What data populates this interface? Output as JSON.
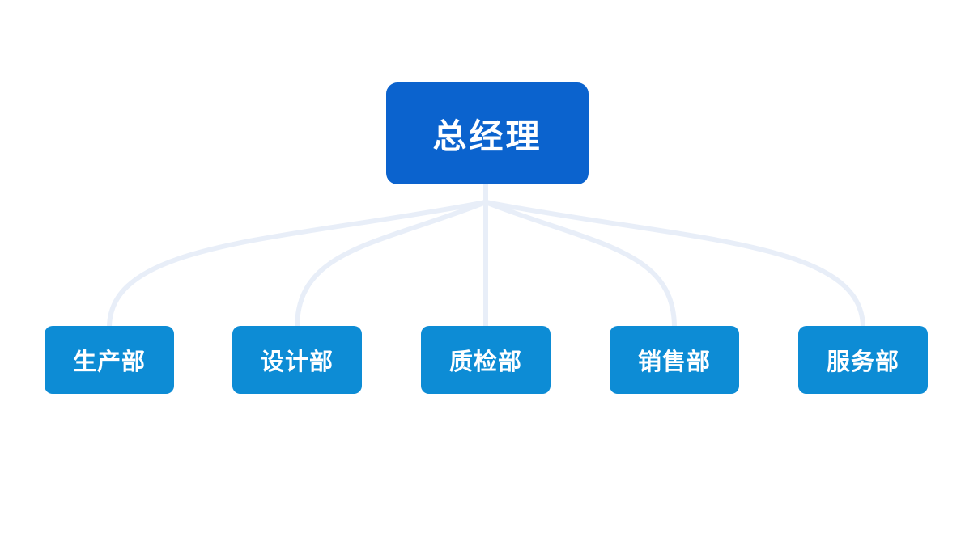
{
  "diagram": {
    "type": "org-chart",
    "root": {
      "label": "总经理"
    },
    "departments": [
      {
        "label": "生产部"
      },
      {
        "label": "设计部"
      },
      {
        "label": "质检部"
      },
      {
        "label": "销售部"
      },
      {
        "label": "服务部"
      }
    ],
    "colors": {
      "background": "#ffffff",
      "root_fill": "#0b63ce",
      "department_fill": "#0d8cd5",
      "connector": "#e8eef8",
      "text": "#ffffff"
    }
  }
}
